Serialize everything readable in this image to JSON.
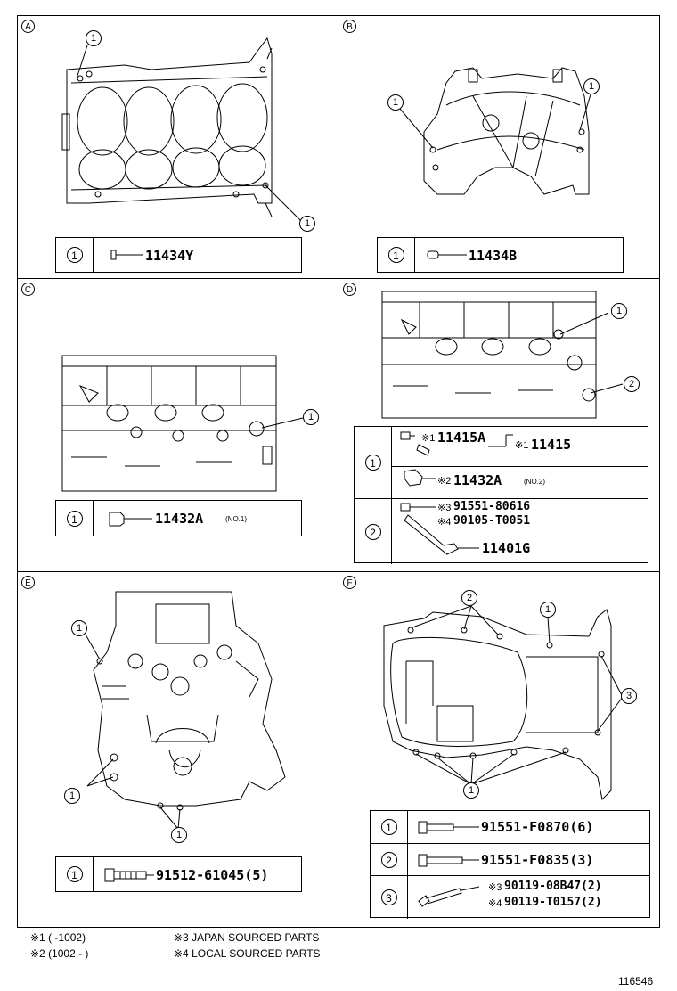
{
  "panels": {
    "A": {
      "label": "A",
      "callouts": [
        "1",
        "1"
      ],
      "table": [
        {
          "idx": "1",
          "part": "11434Y"
        }
      ]
    },
    "B": {
      "label": "B",
      "callouts": [
        "1",
        "1"
      ],
      "table": [
        {
          "idx": "1",
          "part": "11434B"
        }
      ]
    },
    "C": {
      "label": "C",
      "callouts": [
        "1"
      ],
      "table": [
        {
          "idx": "1",
          "part": "11432A",
          "note": "(NO.1)"
        }
      ]
    },
    "D": {
      "label": "D",
      "callouts": [
        "1",
        "2"
      ],
      "rows": [
        {
          "idx": "1",
          "lines": [
            {
              "mark": "※1",
              "part": "11415A"
            },
            {
              "mark": "※1",
              "part": "11415"
            },
            {
              "mark": "※2",
              "part": "11432A",
              "note": "(NO.2)"
            }
          ]
        },
        {
          "idx": "2",
          "lines": [
            {
              "mark": "※3",
              "part": "91551-80616"
            },
            {
              "mark": "※4",
              "part": "90105-T0051"
            },
            {
              "mark": "",
              "part": "11401G"
            }
          ]
        }
      ]
    },
    "E": {
      "label": "E",
      "callouts": [
        "1",
        "1",
        "1"
      ],
      "table": [
        {
          "idx": "1",
          "part": "91512-61045(5)"
        }
      ]
    },
    "F": {
      "label": "F",
      "callouts": [
        "2",
        "1",
        "3",
        "1"
      ],
      "rows": [
        {
          "idx": "1",
          "part": "91551-F0870(6)"
        },
        {
          "idx": "2",
          "part": "91551-F0835(3)"
        },
        {
          "idx": "3",
          "lines": [
            {
              "mark": "※3",
              "part": "90119-08B47(2)"
            },
            {
              "mark": "※4",
              "part": "90119-T0157(2)"
            }
          ]
        }
      ]
    }
  },
  "footnotes": {
    "n1": "※1 (       -1002)",
    "n2": "※2 (1002 -       )",
    "n3": "※3 JAPAN SOURCED PARTS",
    "n4": "※4 LOCAL SOURCED PARTS"
  },
  "figure_id": "116546"
}
